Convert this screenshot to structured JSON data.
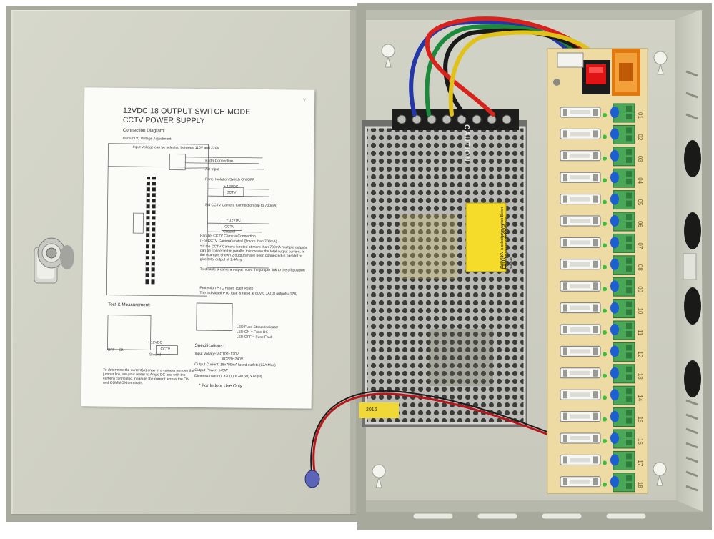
{
  "photo": {
    "subject": "12VDC 18 output CCTV power supply box",
    "colors": {
      "enclosure": "#d4d5c8",
      "enclosure_shadow": "#a9ab9e",
      "pcb": "#e9d69a",
      "terminal": "#4aa757",
      "led": "#1c5fd1",
      "warning_label": "#f6dc2a"
    }
  },
  "manual": {
    "title_line1": "12VDC 18 OUTPUT SWITCH MODE",
    "title_line2": "CCTV POWER SUPPLY",
    "connection_diagram": "Connection Diagram:",
    "voltage_adjust": "Output DC Voltage Adjustment",
    "input_select": "Input Voltage can be selected between 110V and 220V",
    "earth": "Earth Connection",
    "ac_input": "AC Input",
    "panel_switch": "Panel Isolation Switch ON/OFF",
    "cctv_conn": "Std CCTV Camera Connection (up to 700mA)",
    "parallel_title": "Parallel CCTV Camera Connection",
    "parallel_sub": "(For CCTV Camera's rated @more than 700mA)",
    "parallel_text": "* If the CCTV Camera is rated at more than 700mA multiple outputs can be connected in parallel to increase the total output current. In the example shown 2 outputs have been connected in parallel to give total output of 1.4Amp",
    "disable_text": "To disable a camera output move the jumper link to the off position",
    "ptc_title": "Protection PTC Fuses (Self Reste)",
    "ptc_text": "The individual PTC fuse is rated at 60V/0.7A(18 outputs=12A)",
    "led_title": "LED Fuse Status Indicator",
    "led_on": "LED ON  = Fuse OK",
    "led_off": "LED OFF = Fuse Fault",
    "test_title": "Test & Measurement:",
    "test_text": "To determine the current(A) draw of a camera remove the jumper link, set your meter to Amps DC and with the camera connected measure the current across the ON and COMMON terminals.",
    "spec_title": "Specifications:",
    "spec_input": "Input Voltage: AC100~120V",
    "spec_input2": "AC220~240V",
    "spec_output": "Output Current: 18x700mA fused outlets (12A Max)",
    "spec_power": "Output Power: 145W",
    "spec_dims": "Dimensions(mm): 320(L) x 241(W) x 65(H)",
    "indoor": "* For Indoor Use Only",
    "cctv": "CCTV",
    "plus12": "+ 12VDC",
    "ground": "Ground",
    "off": "OFF",
    "on": "ON",
    "corner_mark": "V"
  },
  "psu": {
    "caution": "CAUTION",
    "voltage_label": "110V/220V is selected by switch Before power on please check the input voltage",
    "v110": "110V",
    "v220": "220V",
    "date": "2016"
  },
  "pcb": {
    "channels": [
      "01",
      "02",
      "03",
      "04",
      "05",
      "06",
      "07",
      "08",
      "09",
      "10",
      "11",
      "12",
      "13",
      "14",
      "15",
      "16",
      "17",
      "18"
    ]
  }
}
